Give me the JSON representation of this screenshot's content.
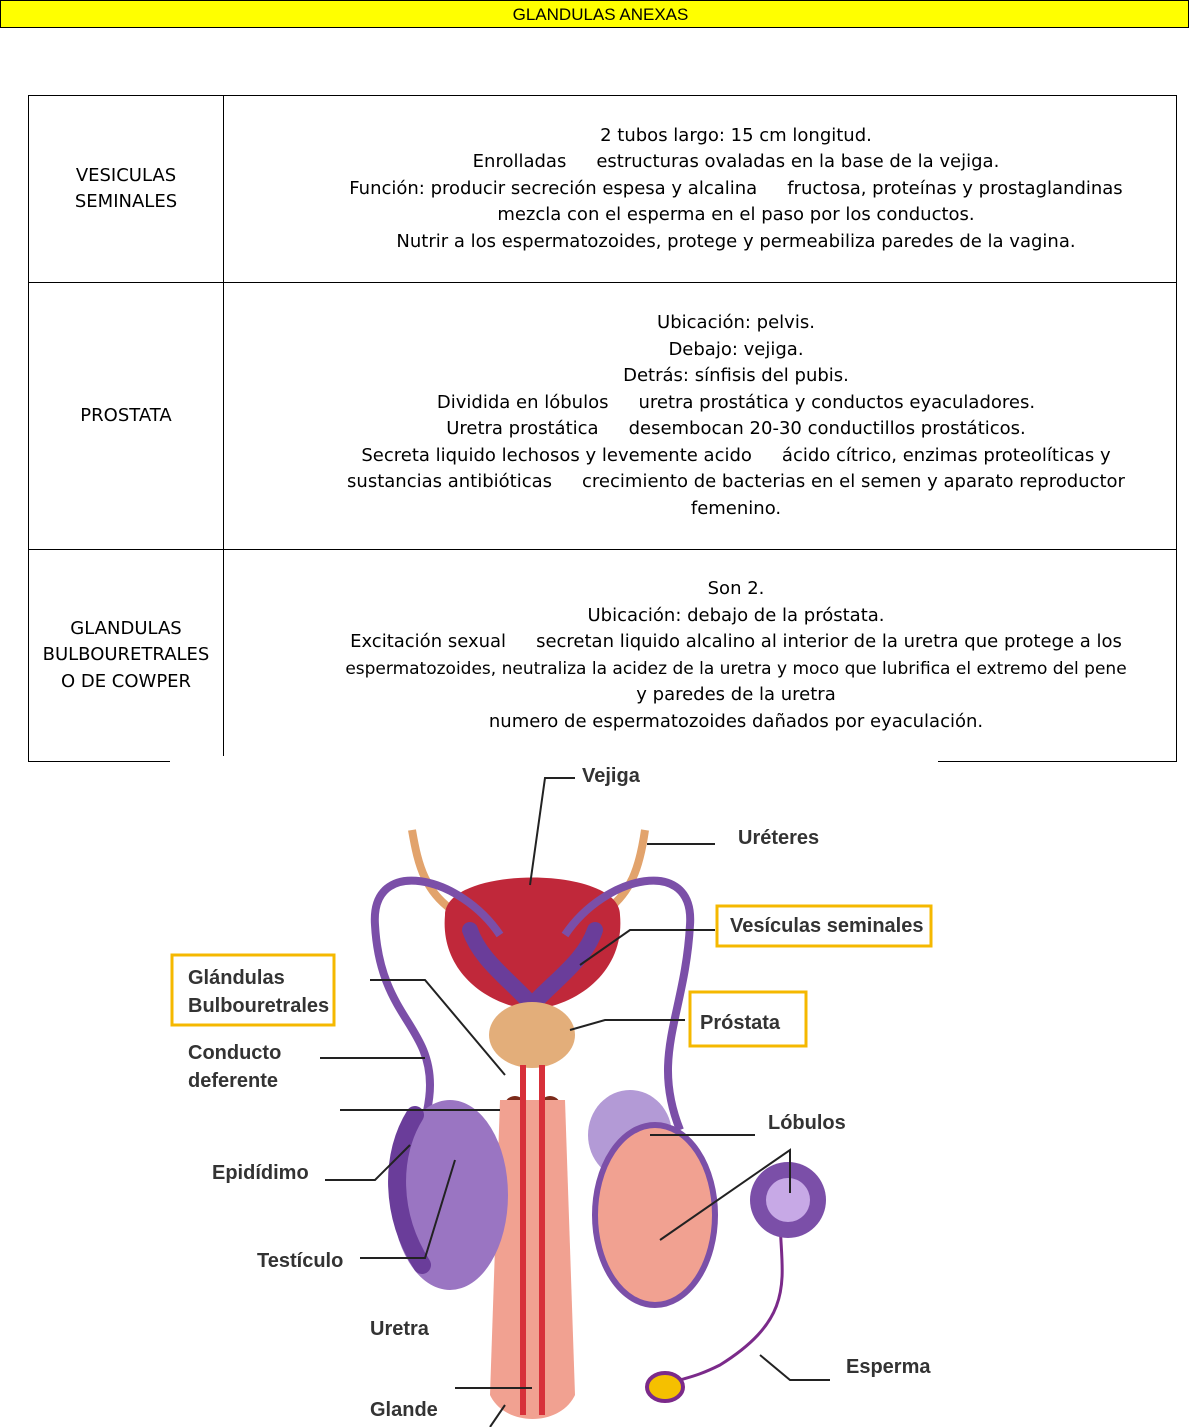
{
  "header": {
    "title": "GLANDULAS ANEXAS"
  },
  "table": {
    "rows": [
      {
        "name": [
          "VESICULAS",
          "SEMINALES"
        ],
        "lines": [
          "2 tubos largo: 15 cm longitud.",
          "Enrolladas",
          "estructuras ovaladas en la base de la vejiga.",
          "Función: producir secreción espesa y alcalina",
          "fructosa, proteínas y prostaglandinas",
          "mezcla con el esperma en el paso por los conductos.",
          "Nutrir a los espermatozoides, protege y permeabiliza paredes de la vagina."
        ]
      },
      {
        "name": [
          "PROSTATA"
        ],
        "lines": [
          "Ubicación: pelvis.",
          "Debajo: vejiga.",
          "Detrás: sínfisis del pubis.",
          "Dividida en lóbulos",
          "uretra prostática y conductos eyaculadores.",
          "Uretra prostática",
          "desembocan 20-30 conductillos prostáticos.",
          "Secreta liquido lechosos y levemente acido",
          "ácido cítrico, enzimas proteolíticas y",
          "sustancias antibióticas",
          "crecimiento de bacterias en el semen y aparato reproductor",
          "femenino."
        ]
      },
      {
        "name": [
          "GLANDULAS",
          "BULBOURETRALES",
          "O DE COWPER"
        ],
        "lines": [
          "Son 2.",
          "Ubicación: debajo de la próstata.",
          "Excitación sexual",
          "secretan liquido alcalino al interior de la uretra que protege a los",
          "espermatozoides, neutraliza la acidez de la uretra y moco que lubrifica el extremo del pene",
          "y paredes de la uretra",
          "numero de espermatozoides dañados por eyaculación."
        ]
      }
    ]
  },
  "diagram": {
    "labels": {
      "vejiga": "Vejiga",
      "ureteres": "Uréteres",
      "vesiculas": "Vesículas seminales",
      "glandulas_1": "Glándulas",
      "glandulas_2": "Bulbouretrales",
      "prostata": "Próstata",
      "conducto_1": "Conducto",
      "conducto_2": "deferente",
      "lobulos": "Lóbulos",
      "epididimo": "Epidídimo",
      "testiculo": "Testículo",
      "uretra": "Uretra",
      "esperma": "Esperma",
      "glande": "Glande"
    },
    "colors": {
      "highlight_box": "#f5b800",
      "bladder": "#c0283a",
      "vas_deferens": "#7b4fa8",
      "prostate": "#e3ae7a",
      "urethra_tissue": "#f1a191",
      "ureter": "#e2a36c",
      "testis": "#9a75c2"
    }
  }
}
